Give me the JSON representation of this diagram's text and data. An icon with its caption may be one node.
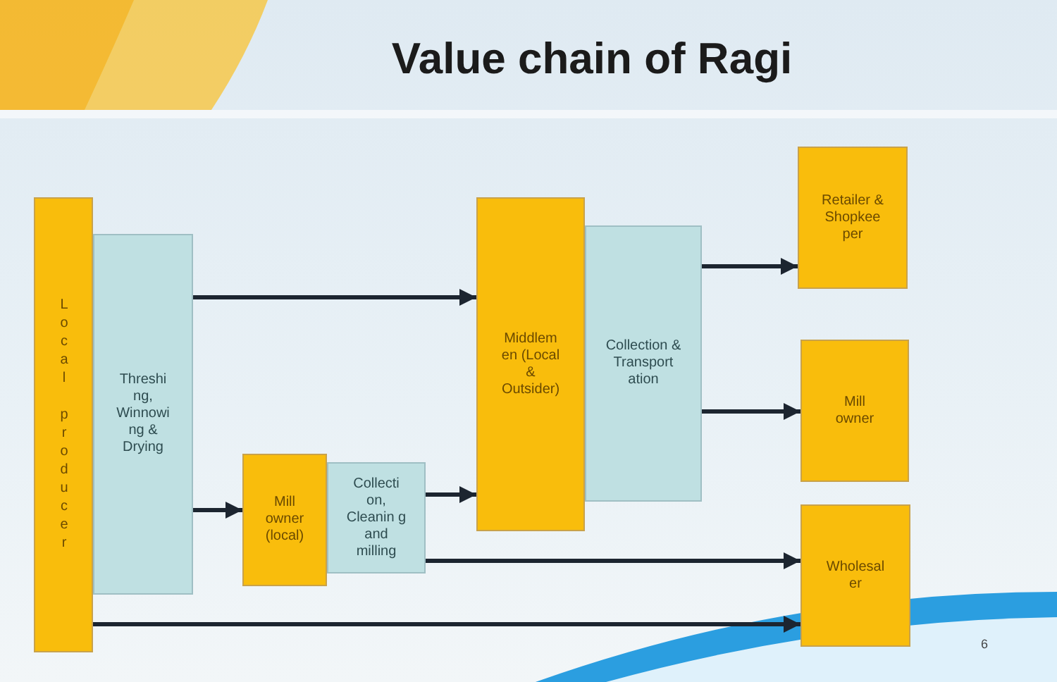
{
  "diagram": {
    "title": "Value chain of Ragi",
    "nodes": [
      {
        "text": [
          "Local producer"
        ]
      },
      {
        "text": [
          "Threshi ng, Winnowi ng & Drying"
        ]
      },
      {
        "text": [
          "Mill owner (local)"
        ]
      },
      {
        "text": [
          "Collecti on, Cleanin g and milling"
        ]
      },
      {
        "text": [
          "Middlem en (Local & Outsider)"
        ]
      },
      {
        "text": [
          "Collection & Transport ation"
        ]
      },
      {
        "text": [
          "Retailer & Shopkee per"
        ]
      },
      {
        "text": [
          "Mill owner"
        ]
      },
      {
        "text": [
          "Wholesal er"
        ]
      }
    ],
    "edges": [
      {
        "from": 1,
        "to": 4,
        "arrow": "to"
      },
      {
        "from": 1,
        "to": 2,
        "arrow": "to"
      },
      {
        "from": 3,
        "to": 4,
        "arrow": "to"
      },
      {
        "from": 5,
        "to": 6,
        "arrow": "to"
      },
      {
        "from": 5,
        "to": 7,
        "arrow": "to"
      },
      {
        "from": 3,
        "to": 8,
        "arrow": "to"
      },
      {
        "from": 0,
        "to": 8,
        "arrow": "to"
      }
    ],
    "labels": [
      "6"
    ]
  }
}
